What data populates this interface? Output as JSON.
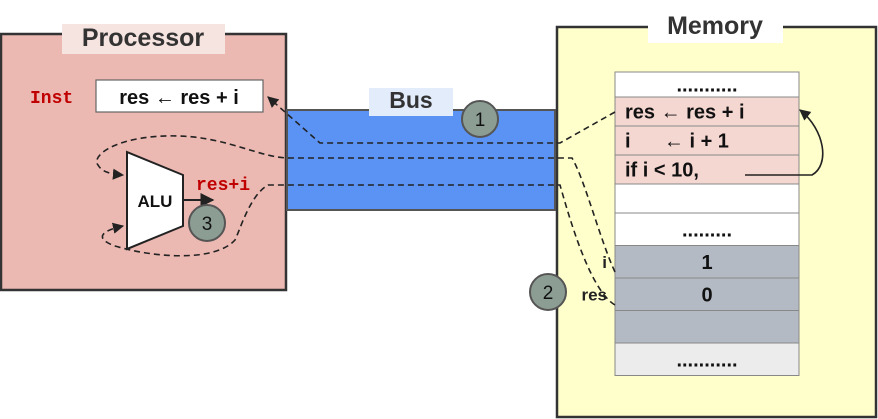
{
  "processor": {
    "title": "Processor",
    "inst_label": "Inst",
    "inst_value": "res ← res + i",
    "alu_label": "ALU",
    "alu_output": "res+i"
  },
  "bus": {
    "title": "Bus"
  },
  "memory": {
    "title": "Memory",
    "rows": [
      {
        "text": "...........",
        "fill": "#ffffff",
        "pointer": ""
      },
      {
        "text": "res ← res + i",
        "fill": "#f5d7d2",
        "pointer": ""
      },
      {
        "text": "i      ← i + 1",
        "fill": "#f5d7d2",
        "pointer": ""
      },
      {
        "text": "if i < 10,",
        "fill": "#f5d7d2",
        "pointer": ""
      },
      {
        "text": "",
        "fill": "#ffffff",
        "pointer": ""
      },
      {
        "text": ".........",
        "fill": "#ffffff",
        "pointer": ""
      },
      {
        "text": "1",
        "fill": "#b4bac4",
        "pointer": "i"
      },
      {
        "text": "0",
        "fill": "#b4bac4",
        "pointer": "res"
      },
      {
        "text": "",
        "fill": "#b4bac4",
        "pointer": ""
      },
      {
        "text": "...........",
        "fill": "#ececec",
        "pointer": ""
      }
    ]
  },
  "steps": [
    "1",
    "2",
    "3"
  ],
  "colors": {
    "processor_fill": "#ebb8b2",
    "memory_fill": "#ffffcc",
    "bus_fill": "#5b93f5",
    "step_fill": "#8c9e94"
  }
}
